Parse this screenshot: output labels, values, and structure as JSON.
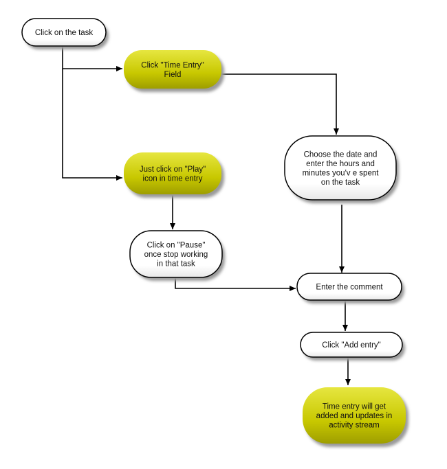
{
  "flowchart": {
    "nodes": {
      "click_task": {
        "lines": [
          "Click on the task"
        ],
        "style": "white"
      },
      "time_entry_field": {
        "lines": [
          "Click \"Time Entry\"",
          "Field"
        ],
        "style": "yellow"
      },
      "click_play": {
        "lines": [
          "Just click on \"Play\"",
          "icon in time entry"
        ],
        "style": "yellow"
      },
      "choose_date": {
        "lines": [
          "Choose the date and",
          "enter the hours and",
          "minutes you'v e spent",
          "on the task"
        ],
        "style": "white"
      },
      "click_pause": {
        "lines": [
          "Click on \"Pause\"",
          "once stop working",
          "in that task"
        ],
        "style": "white"
      },
      "enter_comment": {
        "lines": [
          "Enter the comment"
        ],
        "style": "white"
      },
      "add_entry": {
        "lines": [
          "Click \"Add entry\""
        ],
        "style": "white"
      },
      "entry_added": {
        "lines": [
          "Time entry will get",
          "added and updates in",
          "activity stream"
        ],
        "style": "yellow"
      }
    },
    "colors": {
      "white_fill": "#ffffff",
      "white_fill_shade": "#e8e8e8",
      "yellow_fill": "#c8c800",
      "yellow_fill_light": "#e6e640",
      "yellow_fill_dark": "#9e9e00",
      "stroke": "#000000",
      "shadow": "#9a9a9a"
    }
  }
}
